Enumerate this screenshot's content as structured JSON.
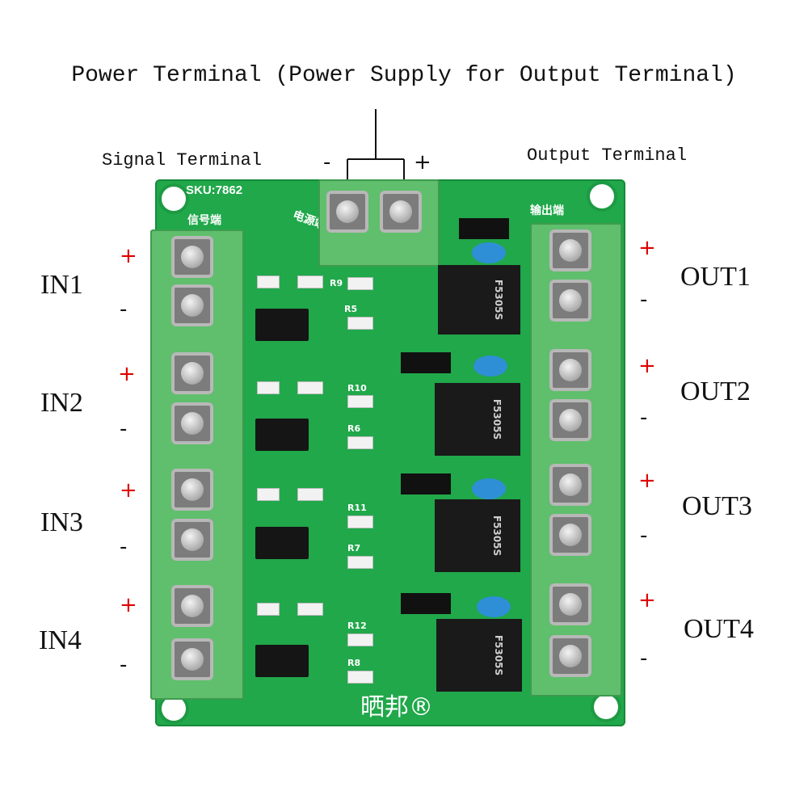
{
  "labels": {
    "power_terminal": "Power Terminal (Power Supply for Output Terminal)",
    "signal_terminal": "Signal Terminal",
    "output_terminal": "Output Terminal",
    "power_minus": "-",
    "power_plus": "+",
    "plus": "+",
    "minus": "-",
    "inputs": [
      "IN1",
      "IN2",
      "IN3",
      "IN4"
    ],
    "outputs": [
      "OUT1",
      "OUT2",
      "OUT3",
      "OUT4"
    ]
  },
  "board": {
    "sku": "SKU:7862",
    "signal_silk": "信号端",
    "power_silk": "电源端",
    "output_silk": "输出端",
    "brand": "晒邦®",
    "mosfet_text": "F5305S",
    "resistor_labels": [
      "R9",
      "R5",
      "R10",
      "R6",
      "R11",
      "R7",
      "R12",
      "R8"
    ]
  },
  "colors": {
    "pcb": "#20a84a",
    "terminal": "#5fbf6c",
    "plus": "#e00000",
    "capacitor": "#2f8fd6"
  }
}
